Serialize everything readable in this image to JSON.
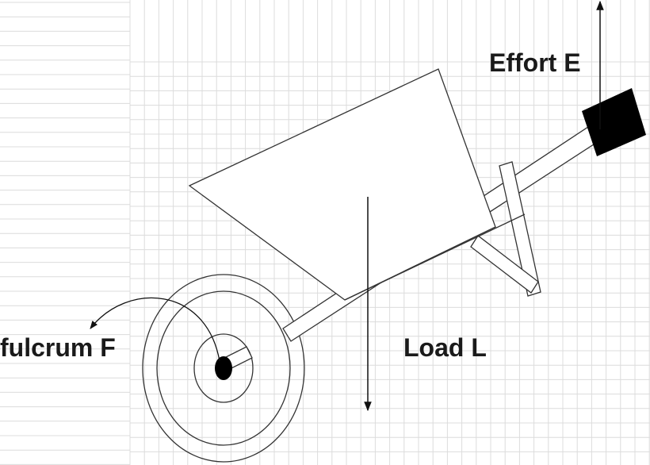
{
  "labels": {
    "effort": "Effort E",
    "load": "Load L",
    "fulcrum": "fulcrum F"
  },
  "colors": {
    "grid": "#dcdcdc",
    "stroke": "#222222",
    "fill": "#000000"
  }
}
